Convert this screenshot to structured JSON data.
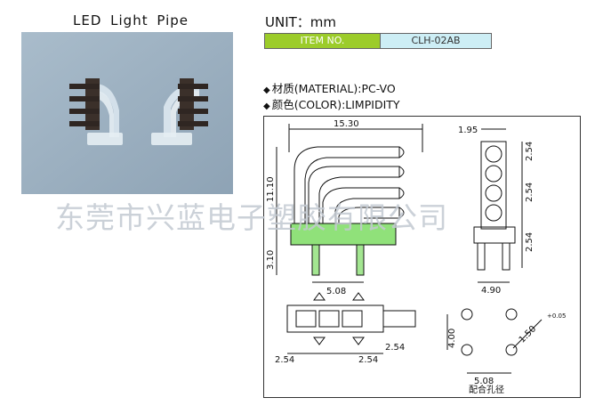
{
  "header": {
    "title": "LED  Light  Pipe",
    "unit": "UNIT：mm",
    "item_no_label": "ITEM NO.",
    "model": "CLH-02AB"
  },
  "specs": {
    "material": "材质(MATERIAL):PC-VO",
    "color": "颜色(COLOR):LIMPIDITY"
  },
  "watermark": "东莞市兴蓝电子塑胶有限公司",
  "drawing": {
    "dims": {
      "width_total": "15.30",
      "height_left": "11.10",
      "leg_height": "3.10",
      "pin_spacing": "5.08",
      "top_offset": "1.95",
      "pitch_1": "2.54",
      "pitch_2": "2.54",
      "pitch_3": "2.54",
      "side_width": "4.90",
      "pcb_pitch_a": "2.54",
      "pcb_pitch_b": "2.54",
      "pcb_pitch_c": "2.54",
      "hole_spacing_y": "4.00",
      "hole_dia": "1.50",
      "hole_tol": "+0.05",
      "hole_spacing_x": "5.08"
    },
    "footprint_caption": "配合孔径"
  },
  "colors": {
    "item_no_bg": "#9ccc2a",
    "model_bg": "#cdeef5",
    "drawing_highlight": "#7ddc63"
  }
}
